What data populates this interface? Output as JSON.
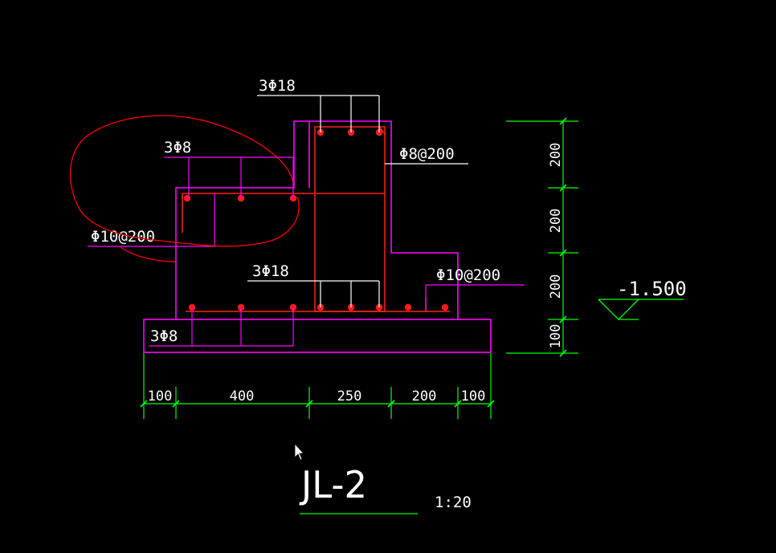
{
  "drawing": {
    "title": "JL-2",
    "scale": "1:20",
    "elevation": "-1.500",
    "colors": {
      "background": "#000000",
      "concrete_outline": "#ff00ff",
      "rebar": "#ff2020",
      "dimension": "#00ff00",
      "leader": "#ffffff",
      "markup": "#ff0000"
    }
  },
  "annotations": {
    "top_bars": "3Φ18",
    "upper_left_bars": "3Φ8",
    "left_stirrup": "Φ10@200",
    "column_stirrup": "Φ8@200",
    "middle_bars": "3Φ18",
    "right_stirrup": "Φ10@200",
    "bottom_left_bars": "3Φ8"
  },
  "dimensions": {
    "horizontal": [
      "100",
      "400",
      "250",
      "200",
      "100"
    ],
    "vertical": [
      "200",
      "200",
      "200",
      "100"
    ]
  }
}
